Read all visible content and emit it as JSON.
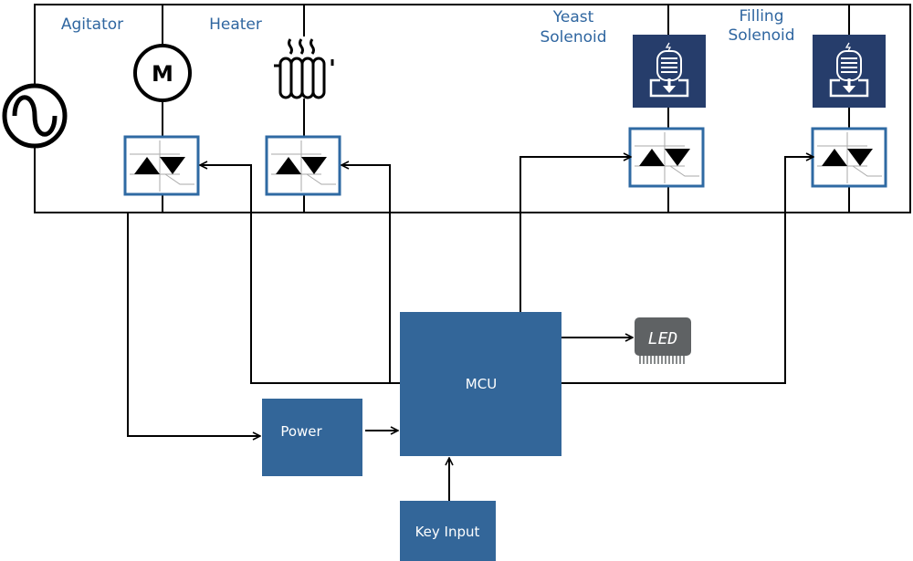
{
  "labels": {
    "agitator": "Agitator",
    "heater": "Heater",
    "yeast_solenoid": [
      "Yeast",
      "Solenoid"
    ],
    "filling_solenoid": [
      "Filling",
      "Solenoid"
    ]
  },
  "blocks": {
    "mcu": "MCU",
    "power": "Power",
    "key_input": "Key Input",
    "led": "LED",
    "motor_symbol": "M"
  },
  "colors": {
    "block_fill": "#336699",
    "solenoid_fill": "#263d6b",
    "triac_border": "#2f6aa3",
    "label_text": "#2f66a0",
    "led_fill": "#5f6264"
  },
  "icons": [
    "ac-source-icon",
    "motor-icon",
    "heater-icon",
    "solenoid-icon",
    "triac-icon",
    "led-display-icon"
  ]
}
